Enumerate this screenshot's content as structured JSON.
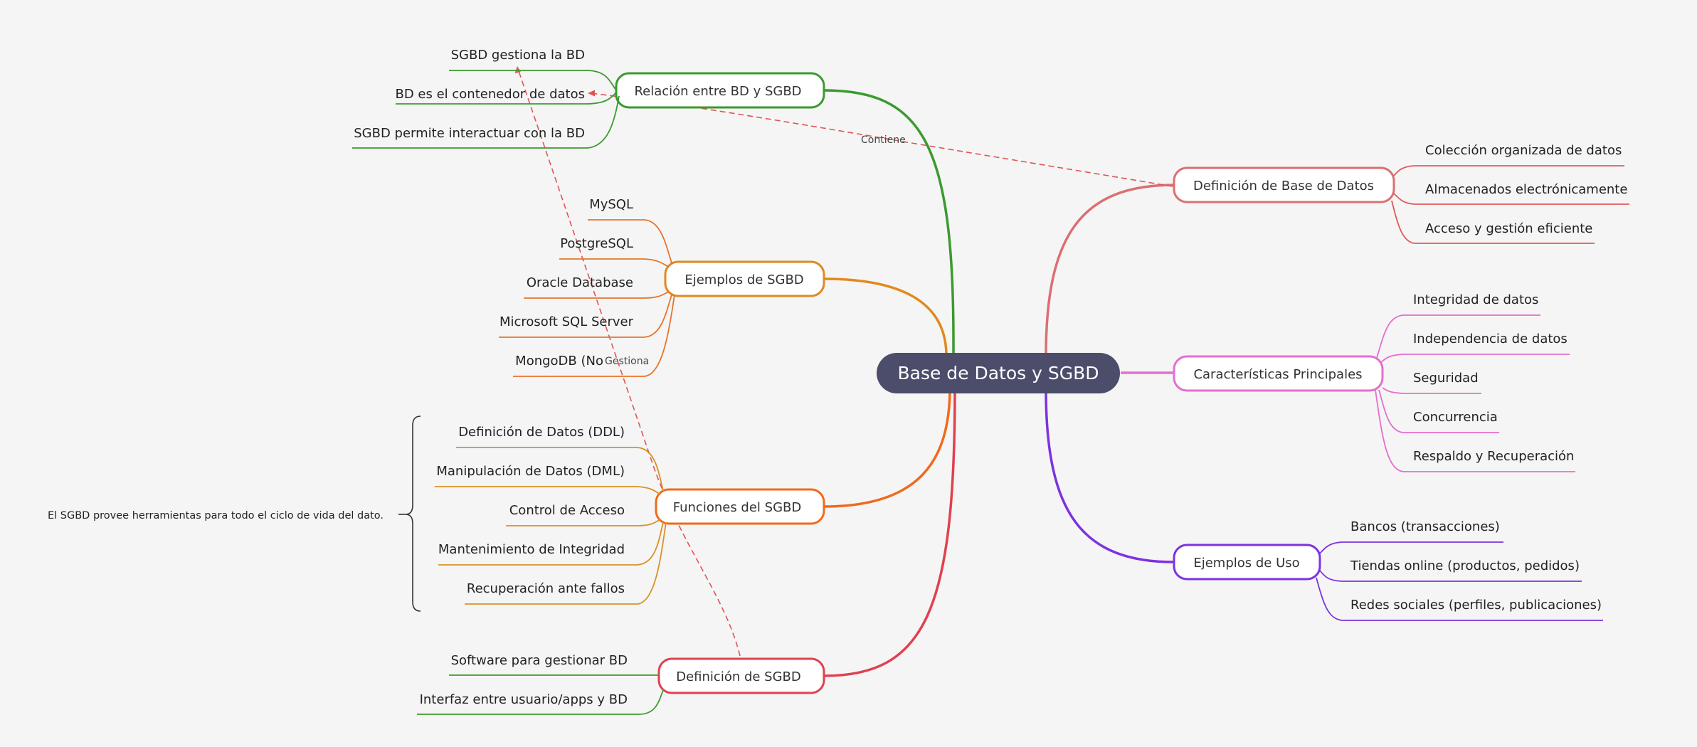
{
  "root": {
    "label": "Base de Datos y SGBD",
    "color": "#4b4d6b"
  },
  "branches": [
    {
      "id": "relacion",
      "label": "Relación entre BD y SGBD",
      "color": "#3b9a2f",
      "leaves": [
        "SGBD gestiona la BD",
        "BD es el contenedor de datos",
        "SGBD permite interactuar con la BD"
      ]
    },
    {
      "id": "ejemplos-sgbd",
      "label": "Ejemplos de SGBD",
      "color": "#e08a1e",
      "leafColor": "#e8742a",
      "leaves": [
        "MySQL",
        "PostgreSQL",
        "Oracle Database",
        "Microsoft SQL Server",
        "MongoDB (No"
      ]
    },
    {
      "id": "funciones",
      "label": "Funciones del SGBD",
      "color": "#ef6a1c",
      "leafColor": "#d99225",
      "leaves": [
        "Definición de Datos (DDL)",
        "Manipulación de Datos (DML)",
        "Control de Acceso",
        "Mantenimiento de Integridad",
        "Recuperación ante fallos"
      ]
    },
    {
      "id": "definicion-sgbd",
      "label": "Definición de SGBD",
      "color": "#e0414e",
      "leafColor": "#3d9a2e",
      "leaves": [
        "Software para gestionar BD",
        "Interfaz entre usuario/apps y BD"
      ]
    },
    {
      "id": "definicion-bd",
      "label": "Definición de Base de Datos",
      "color": "#db6f72",
      "leafColor": "#e05a5a",
      "leaves": [
        "Colección organizada de datos",
        "Almacenados electrónicamente",
        "Acceso y gestión eficiente"
      ]
    },
    {
      "id": "caracteristicas",
      "label": "Características Principales",
      "color": "#e46ed0",
      "leaves": [
        "Integridad de datos",
        "Independencia de datos",
        "Seguridad",
        "Concurrencia",
        "Respaldo y Recuperación"
      ]
    },
    {
      "id": "ejemplos-uso",
      "label": "Ejemplos de Uso",
      "color": "#7d32e0",
      "leaves": [
        "Bancos (transacciones)",
        "Tiendas online (productos, pedidos)",
        "Redes sociales (perfiles, publicaciones)"
      ]
    }
  ],
  "relations": [
    {
      "label": "Contiene",
      "color": "#e05555"
    },
    {
      "label": "Gestiona",
      "color": "#e05555"
    }
  ],
  "summary": {
    "text": "El SGBD provee herramientas para todo el ciclo de vida del dato."
  }
}
